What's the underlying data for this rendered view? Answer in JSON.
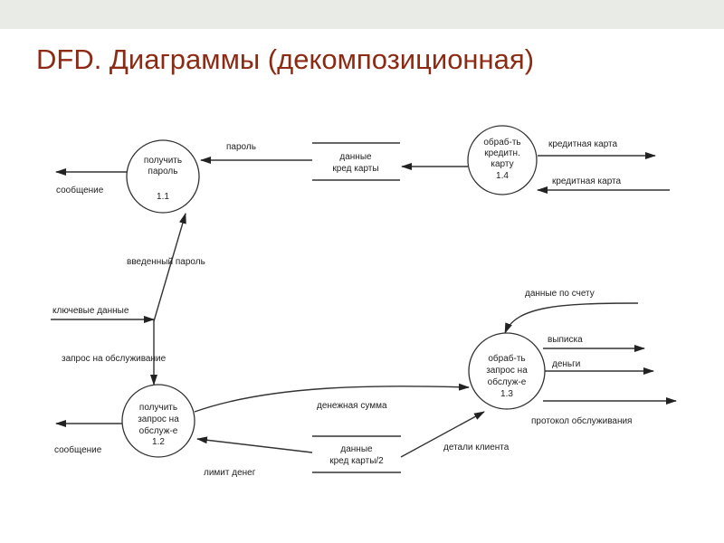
{
  "slide": {
    "title": "DFD. Диаграммы (декомпозиционная)"
  },
  "processes": [
    {
      "id": "1.1",
      "lines": [
        "получить",
        "пароль"
      ],
      "number": "1.1"
    },
    {
      "id": "1.2",
      "lines": [
        "получить",
        "запрос на",
        "обслуж-е"
      ],
      "number": "1.2"
    },
    {
      "id": "1.3",
      "lines": [
        "обраб-ть",
        "запрос на",
        "обслуж-е"
      ],
      "number": "1.3"
    },
    {
      "id": "1.4",
      "lines": [
        "обраб-ть",
        "кредитн.",
        "карту"
      ],
      "number": "1.4"
    }
  ],
  "stores": [
    {
      "lines": [
        "данные",
        "кред карты"
      ]
    },
    {
      "lines": [
        "данные",
        "кред карты/2"
      ]
    }
  ],
  "flows": {
    "parol": "пароль",
    "soobshenie1": "сообщение",
    "kredit_out": "кредитная карта",
    "kredit_in": "кредитная карта",
    "vvedenny": "введенный пароль",
    "klyuch": "ключевые данные",
    "zapros": "запрос на обслуживание",
    "soobshenie2": "сообщение",
    "summa": "денежная сумма",
    "limit": "лимит денег",
    "detali": "детали клиента",
    "schet": "данные по счету",
    "vypiska": "выписка",
    "dengi": "деньги",
    "protokol": "протокол обслуживания"
  },
  "colors": {
    "title": "#8c2a14",
    "topbar": "#e9ebe6"
  }
}
